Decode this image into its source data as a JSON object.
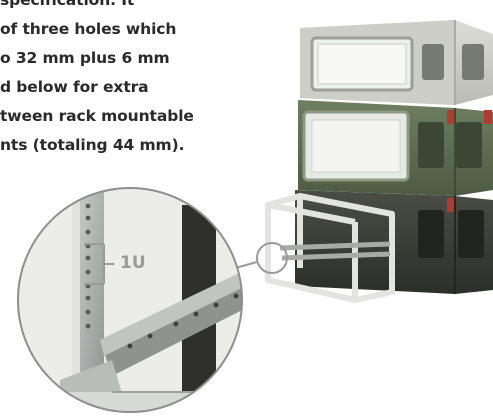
{
  "description": {
    "lines": [
      "specification. It",
      "of three holes which",
      "o 32 mm plus 6 mm",
      "d below for extra",
      "tween rack mountable",
      "nts (totaling 44 mm)."
    ]
  },
  "callout": {
    "unit_label": "1U"
  },
  "colors": {
    "text": "#2a2a2a",
    "callout_line": "#9a9a9a",
    "case_light": "#c8c9c2",
    "case_green": "#5b6b4e",
    "case_dark": "#3a3d36",
    "frame": "#d9d9d9"
  }
}
